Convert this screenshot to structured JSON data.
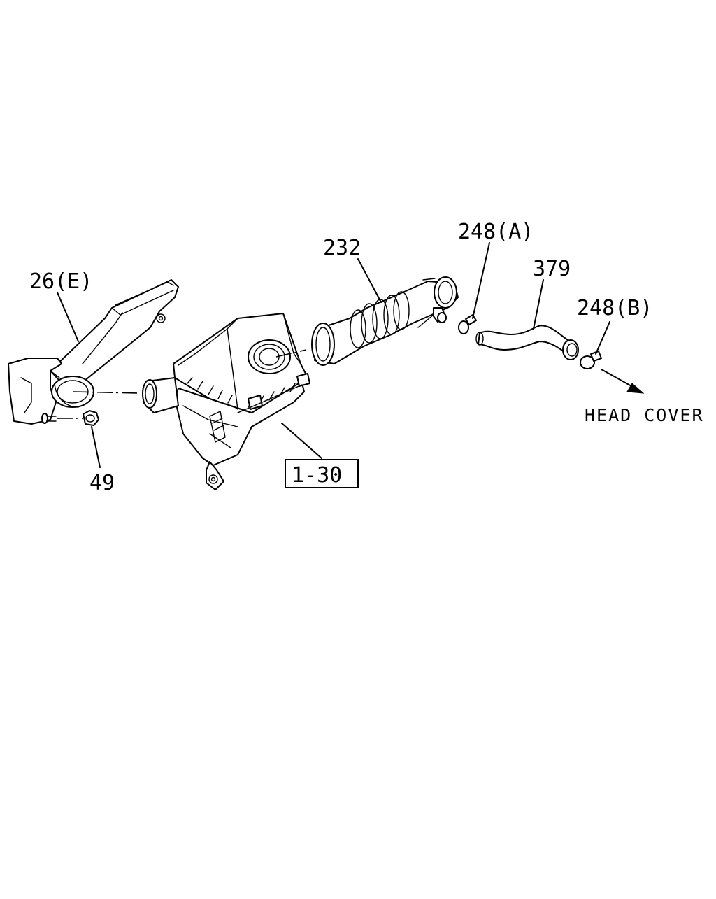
{
  "callouts": {
    "bracket": "26(E)",
    "nut": "49",
    "air_cleaner_ref": "1-30",
    "intake_duct": "232",
    "clamp_a": "248(A)",
    "hose": "379",
    "clamp_b": "248(B)",
    "destination": "HEAD COVER"
  }
}
